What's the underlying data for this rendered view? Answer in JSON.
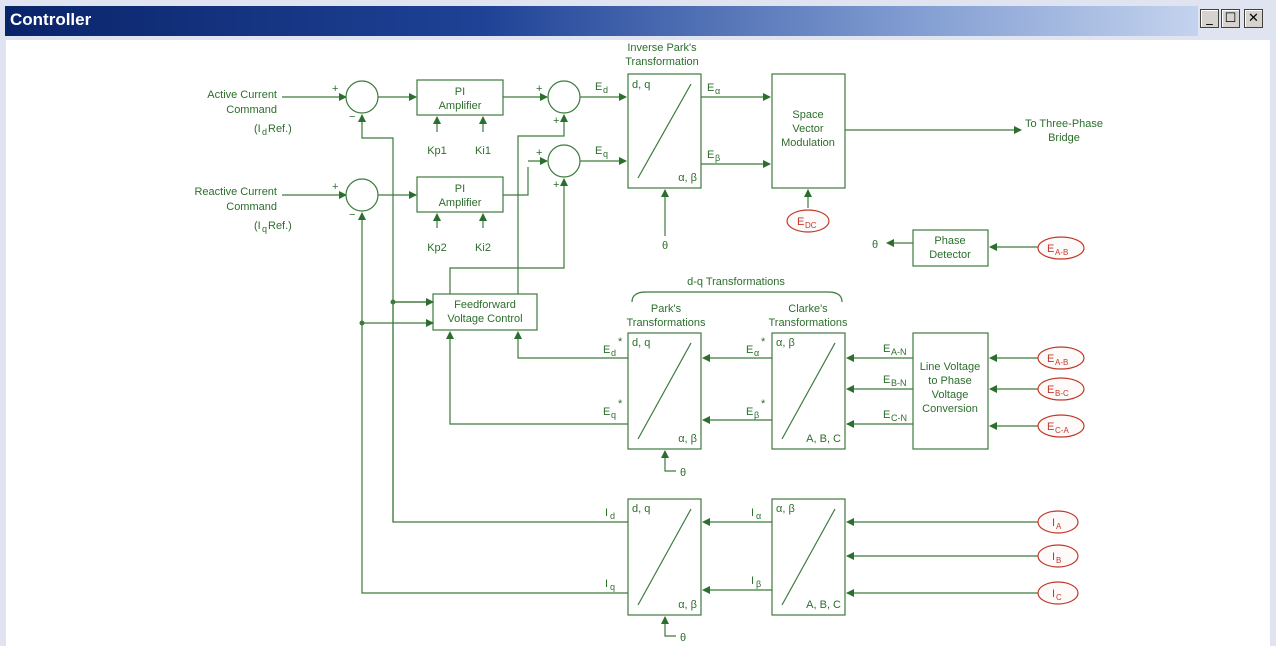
{
  "window": {
    "title": "Controller",
    "buttons": {
      "minimize": "_",
      "maximize": "☐",
      "close": "✕"
    }
  },
  "labels": {
    "active_cmd_1": "Active Current",
    "active_cmd_2": "Command",
    "active_cmd_3a": "(I",
    "active_cmd_3b": "d",
    "active_cmd_3c": " Ref.)",
    "reactive_cmd_1": "Reactive Current",
    "reactive_cmd_2": "Command",
    "reactive_cmd_3a": "(I",
    "reactive_cmd_3b": "q",
    "reactive_cmd_3c": " Ref.)",
    "pi1_1": "PI",
    "pi1_2": "Amplifier",
    "pi2_1": "PI",
    "pi2_2": "Amplifier",
    "kp1": "Kp1",
    "ki1": "Ki1",
    "kp2": "Kp2",
    "ki2": "Ki2",
    "inv_park_1": "Inverse Park's",
    "inv_park_2": "Transformation",
    "dq": "d, q",
    "ab": "α, β",
    "abc": "A, B, C",
    "ed": "E",
    "ed_sub": "d",
    "eq_sub": "q",
    "ealpha_sub": "α",
    "ebeta_sub": "β",
    "svm_1": "Space",
    "svm_2": "Vector",
    "svm_3": "Modulation",
    "out_1": "To Three-Phase",
    "out_2": "Bridge",
    "theta": "θ",
    "edc": "E",
    "edc_sub": "DC",
    "phase_det_1": "Phase",
    "phase_det_2": "Detector",
    "eab_sub": "A-B",
    "ebc_sub": "B-C",
    "eca_sub": "C-A",
    "dq_transforms": "d-q Transformations",
    "parks_1": "Park's",
    "parks_2": "Transformations",
    "clarkes_1": "Clarke's",
    "clarkes_2": "Transformations",
    "ff_1": "Feedforward",
    "ff_2": "Voltage Control",
    "ean_sub": "A-N",
    "ebn_sub": "B-N",
    "ecn_sub": "C-N",
    "lv_1": "Line Voltage",
    "lv_2": "to Phase",
    "lv_3": "Voltage",
    "lv_4": "Conversion",
    "star": "*",
    "i": "I",
    "ia_sub": "A",
    "ib_sub": "B",
    "ic_sub": "C",
    "plus": "+",
    "minus": "−"
  }
}
